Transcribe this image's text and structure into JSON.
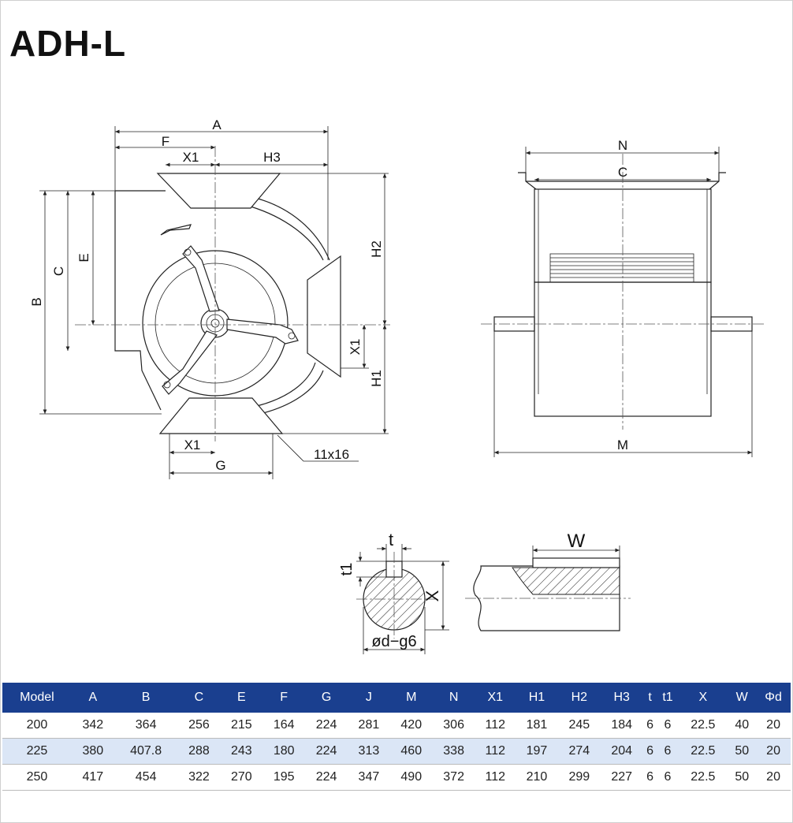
{
  "title": "ADH-L",
  "labels": {
    "A": "A",
    "F": "F",
    "X1": "X1",
    "H3": "H3",
    "H2": "H2",
    "H1": "H1",
    "B": "B",
    "C": "C",
    "E": "E",
    "G": "G",
    "bolt": "11x16",
    "N": "N",
    "M": "M",
    "t": "t",
    "t1": "t1",
    "X": "X",
    "W": "W",
    "shaft": "ød−g6"
  },
  "table": {
    "headers": [
      "Model",
      "A",
      "B",
      "C",
      "E",
      "F",
      "G",
      "J",
      "M",
      "N",
      "X1",
      "H1",
      "H2",
      "H3",
      "t",
      "t1",
      "X",
      "W",
      "Φd"
    ],
    "rows": [
      [
        "200",
        "342",
        "364",
        "256",
        "215",
        "164",
        "224",
        "281",
        "420",
        "306",
        "112",
        "181",
        "245",
        "184",
        "6",
        "6",
        "22.5",
        "40",
        "20"
      ],
      [
        "225",
        "380",
        "407.8",
        "288",
        "243",
        "180",
        "224",
        "313",
        "460",
        "338",
        "112",
        "197",
        "274",
        "204",
        "6",
        "6",
        "22.5",
        "50",
        "20"
      ],
      [
        "250",
        "417",
        "454",
        "322",
        "270",
        "195",
        "224",
        "347",
        "490",
        "372",
        "112",
        "210",
        "299",
        "227",
        "6",
        "6",
        "22.5",
        "50",
        "20"
      ]
    ]
  },
  "colors": {
    "header_bg": "#1a3f8f",
    "alt_row_bg": "#dbe6f6"
  }
}
